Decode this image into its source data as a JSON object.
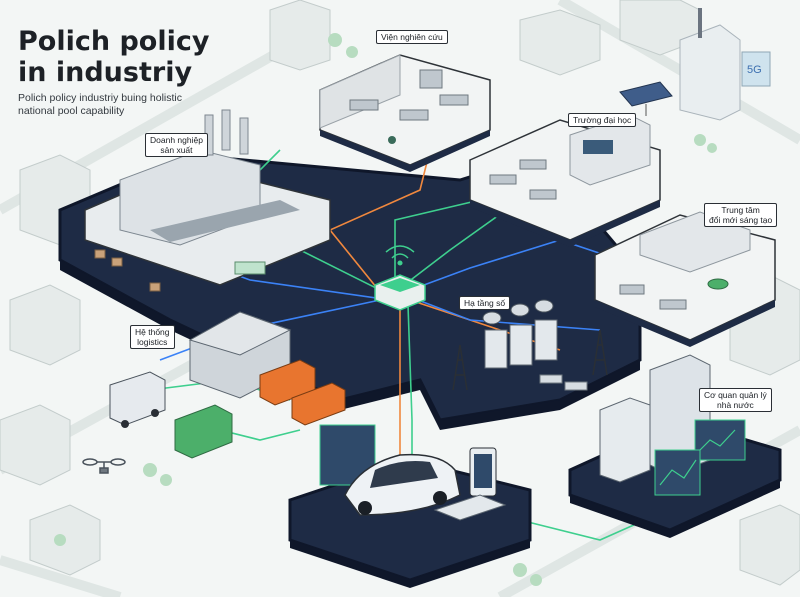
{
  "header": {
    "title_line1": "Polich policy",
    "title_line2": "in industriy",
    "subtitle_line1": "Polich policy industriy buing holistic",
    "subtitle_line2": "national pool capability"
  },
  "labels": {
    "research_institute": "Viện nghiên cứu",
    "university": "Trường đại học",
    "manufacturing_line1": "Doanh nghiệp",
    "manufacturing_line2": "sản xuất",
    "innovation_line1": "Trung tâm",
    "innovation_line2": "đổi mới sáng tạo",
    "digital_infrastructure": "Hạ tầng số",
    "logistics_line1": "Hệ thống",
    "logistics_line2": "logistics",
    "government_line1": "Cơ quan quản lý",
    "government_line2": "nhà nước",
    "tower_badge": "5G"
  },
  "colors": {
    "background": "#f3f6f5",
    "platform_dark": "#1e2b45",
    "platform_edge": "#0f172a",
    "platform_light": "#f2f4f4",
    "link_green": "#3ecf8e",
    "link_blue": "#3b82f6",
    "link_orange": "#f0883e",
    "container_orange": "#e8752f",
    "container_green": "#4caf6a",
    "building_gray": "#c9d0d6"
  },
  "icons": [
    "wifi-icon",
    "satellite-dish-icon",
    "radio-tower-icon",
    "drone-icon",
    "solar-panel-icon",
    "car-icon",
    "smartphone-icon"
  ]
}
